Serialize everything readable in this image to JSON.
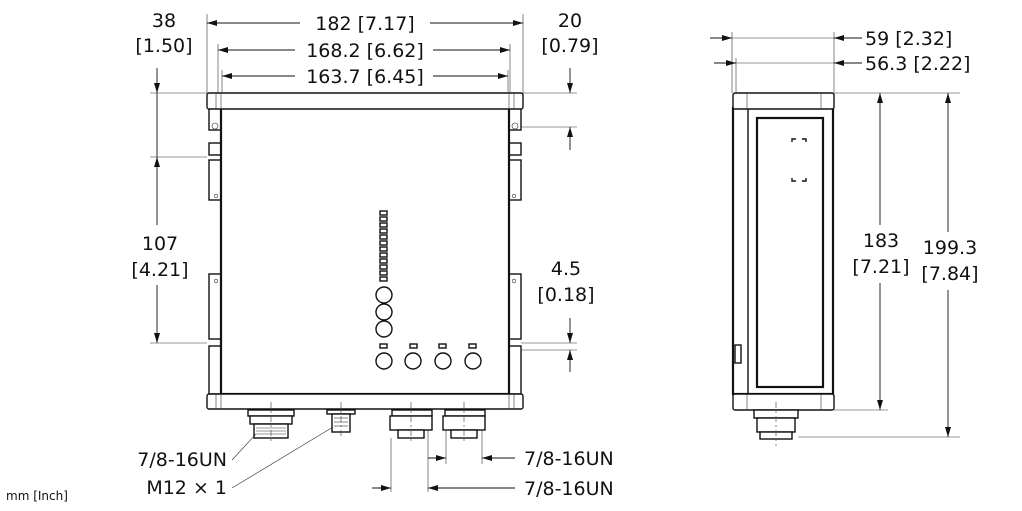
{
  "units_label": "mm [Inch]",
  "front_view": {
    "width_overall": {
      "mm": "182",
      "inch": "[7.17]"
    },
    "width_mid": {
      "mm": "168.2",
      "inch": "[6.62]"
    },
    "width_inner": {
      "mm": "163.7",
      "inch": "[6.45]"
    },
    "top_left_offset": {
      "mm": "38",
      "inch": "[1.50]"
    },
    "top_right_offset": {
      "mm": "20",
      "inch": "[0.79]"
    },
    "mount_spacing": {
      "mm": "107",
      "inch": "[4.21]"
    },
    "slot_height": {
      "mm": "4.5",
      "inch": "[0.18]"
    },
    "connector_left": "7/8-16UN",
    "connector_m12": "M12 × 1",
    "connector_right_1": "7/8-16UN",
    "connector_right_2": "7/8-16UN"
  },
  "side_view": {
    "depth_overall": {
      "text": "59 [2.32]"
    },
    "depth_body": {
      "text": "56.3 [2.22]"
    },
    "height_body": {
      "mm": "183",
      "inch": "[7.21]"
    },
    "height_overall": {
      "mm": "199.3",
      "inch": "[7.84]"
    }
  }
}
